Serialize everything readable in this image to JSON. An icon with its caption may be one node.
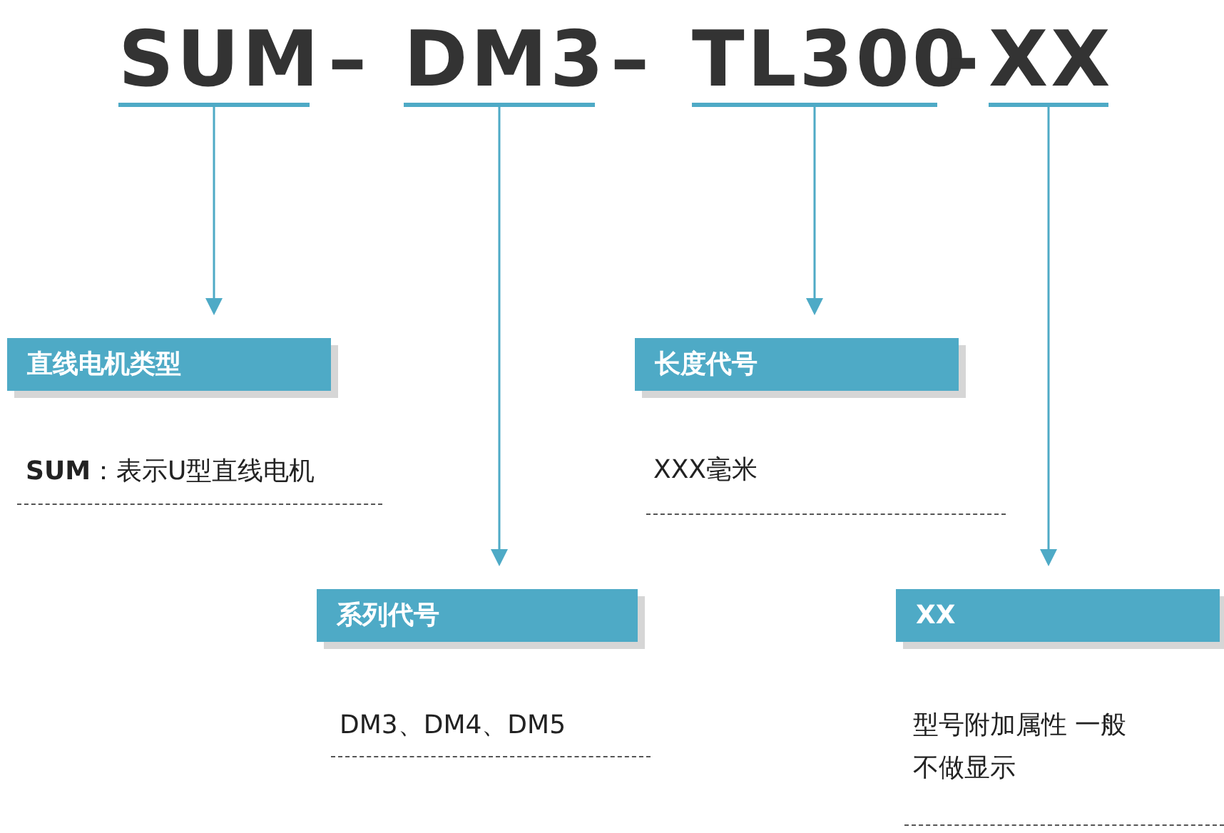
{
  "diagram": {
    "nodes": [
      {
        "text": [
          "SUM"
        ]
      },
      {
        "text": [
          "DM3"
        ]
      },
      {
        "text": [
          "TL300"
        ]
      },
      {
        "text": [
          "XX"
        ]
      },
      {
        "text": [
          "直线电机类型"
        ],
        "beside": [
          "**SUM**：表示U型直线电机"
        ]
      },
      {
        "text": [
          "系列代号"
        ],
        "beside": [
          "DM3、DM4、DM5"
        ]
      },
      {
        "text": [
          "长度代号"
        ],
        "beside": [
          "XXX毫米"
        ]
      },
      {
        "text": [
          "XX"
        ],
        "beside": [
          "型号附加属性 一般不做显示"
        ]
      }
    ],
    "edges": [
      {
        "from": 0,
        "to": 4,
        "arrow": "to"
      },
      {
        "from": 1,
        "to": 5,
        "arrow": "to"
      },
      {
        "from": 2,
        "to": 6,
        "arrow": "to"
      },
      {
        "from": 3,
        "to": 7,
        "arrow": "to"
      }
    ],
    "labels": [
      "–",
      "–",
      "-"
    ]
  }
}
